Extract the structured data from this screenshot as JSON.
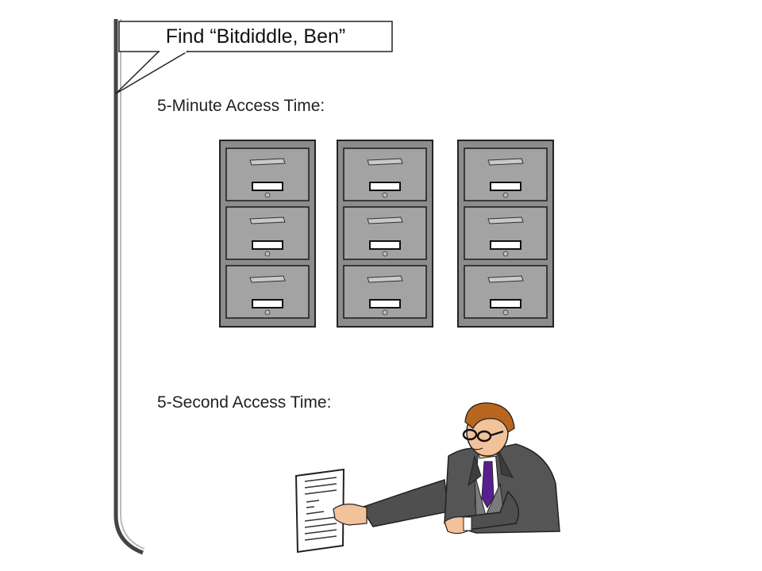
{
  "speech_bubble": {
    "text": "Find “Bitdiddle, Ben”"
  },
  "sections": {
    "slow": {
      "label": "5-Minute Access Time:"
    },
    "fast": {
      "label": "5-Second Access Time:"
    }
  },
  "cabinets": {
    "count": 3,
    "drawers_per_cabinet": 3
  },
  "icons": {
    "cabinet": "filing-cabinet-icon",
    "person": "office-worker-icon",
    "paper": "document-icon"
  },
  "colors": {
    "cabinet_fill": "#8c8c8c",
    "drawer_fill": "#a3a3a3",
    "suit": "#555555",
    "tie": "#5a1f8f",
    "hair": "#b8661e",
    "skin": "#f2c29b"
  }
}
